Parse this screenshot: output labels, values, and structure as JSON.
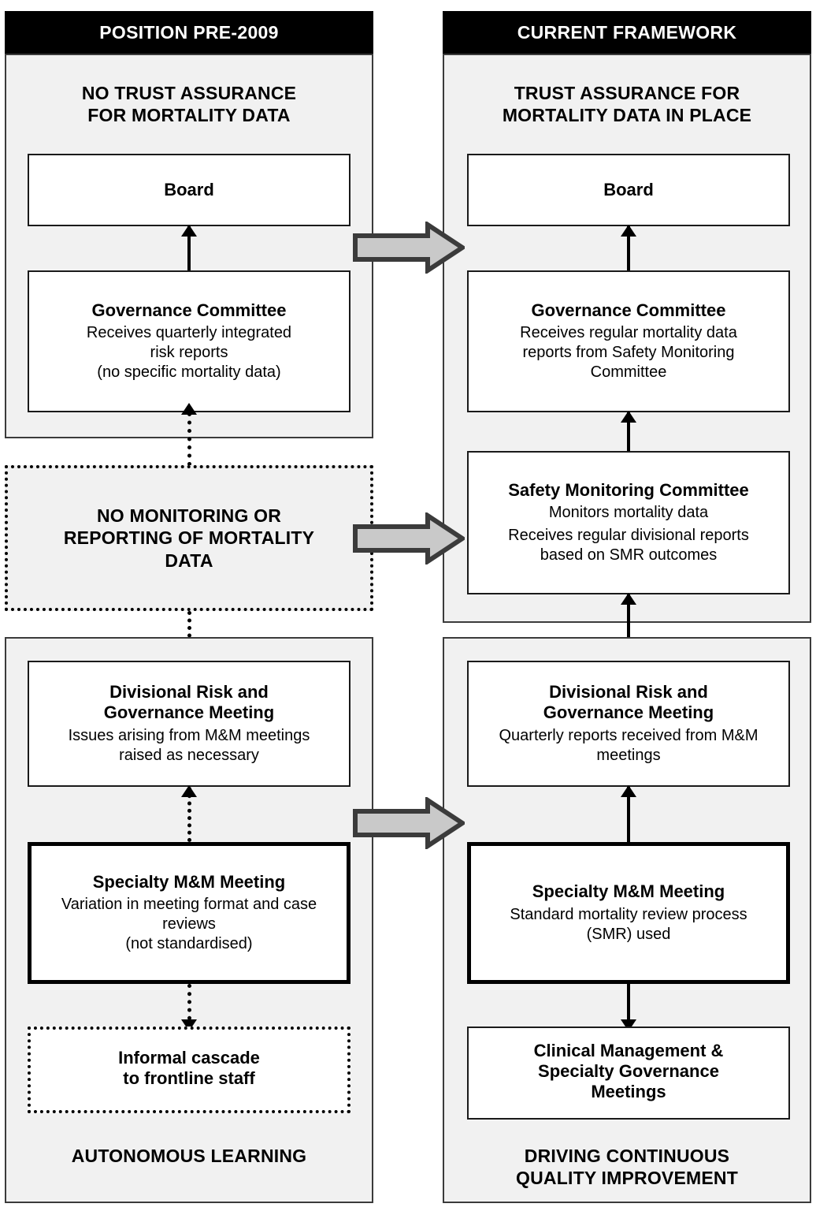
{
  "colors": {
    "header_bg": "#000000",
    "header_text": "#ffffff",
    "panel_bg": "#f1f1f1",
    "box_bg": "#ffffff",
    "line": "#000000",
    "grey_arrow_fill": "#c9c9c9",
    "grey_arrow_stroke": "#3b3b3b"
  },
  "left": {
    "header": "POSITION PRE-2009",
    "subtitle": "NO TRUST ASSURANCE\nFOR MORTALITY DATA",
    "subtitle_line1": "NO TRUST ASSURANCE",
    "subtitle_line2": "FOR MORTALITY DATA",
    "board": {
      "title": "Board"
    },
    "governance": {
      "title": "Governance Committee",
      "body_line1": "Receives quarterly integrated",
      "body_line2": "risk reports",
      "body_line3": "(no specific mortality data)"
    },
    "no_monitoring": {
      "line1": "NO MONITORING OR",
      "line2": "REPORTING OF MORTALITY",
      "line3": "DATA"
    },
    "divisional": {
      "title_line1": "Divisional Risk and",
      "title_line2": "Governance Meeting",
      "body_line1": "Issues arising from M&M meetings",
      "body_line2": "raised as necessary"
    },
    "specialty": {
      "title": "Specialty M&M Meeting",
      "body_line1": "Variation in meeting format and case",
      "body_line2": "reviews",
      "body_line3": "(not standardised)"
    },
    "informal": {
      "line1": "Informal cascade",
      "line2": "to frontline staff"
    },
    "footer": "AUTONOMOUS LEARNING"
  },
  "right": {
    "header": "CURRENT FRAMEWORK",
    "subtitle_line1": "TRUST ASSURANCE FOR",
    "subtitle_line2": "MORTALITY DATA IN PLACE",
    "board": {
      "title": "Board"
    },
    "governance": {
      "title": "Governance Committee",
      "body_line1": "Receives regular mortality data",
      "body_line2": "reports from Safety Monitoring",
      "body_line3": "Committee"
    },
    "safety": {
      "title": "Safety Monitoring Committee",
      "body_line1": "Monitors mortality data",
      "body_line2": "Receives regular divisional reports",
      "body_line3": "based on SMR outcomes"
    },
    "divisional": {
      "title_line1": "Divisional Risk and",
      "title_line2": "Governance Meeting",
      "body_line1": "Quarterly reports received from M&M",
      "body_line2": "meetings"
    },
    "specialty": {
      "title": "Specialty M&M Meeting",
      "body_line1": "Standard mortality review process",
      "body_line2": "(SMR) used"
    },
    "clinical": {
      "line1": "Clinical Management &",
      "line2": "Specialty Governance",
      "line3": "Meetings"
    },
    "footer_line1": "DRIVING CONTINUOUS",
    "footer_line2": "QUALITY IMPROVEMENT"
  },
  "transitions": [
    {
      "name": "board-transition"
    },
    {
      "name": "monitoring-transition"
    },
    {
      "name": "mm-transition"
    }
  ]
}
